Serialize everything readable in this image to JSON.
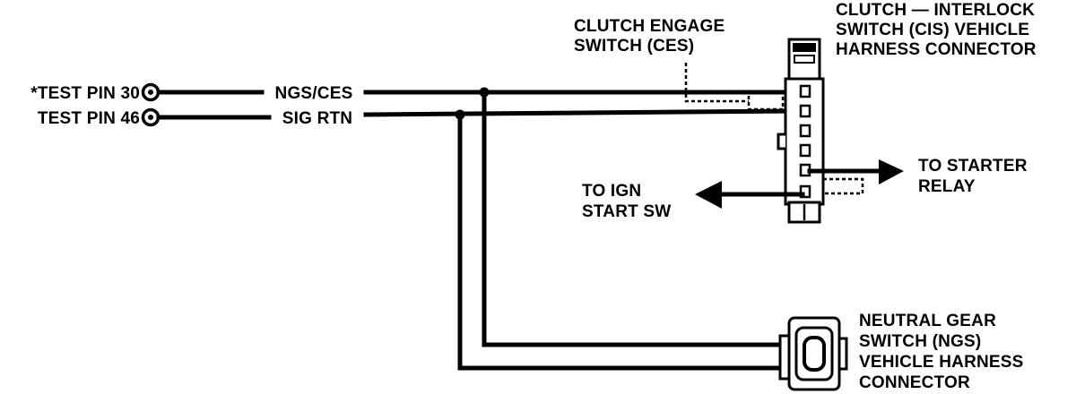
{
  "pins": {
    "pin30": "*TEST PIN 30",
    "pin46": "TEST PIN 46"
  },
  "circuits": {
    "ngs_ces": "NGS/CES",
    "sig_rtn": "SIG RTN"
  },
  "labels": {
    "ces_line1": "CLUTCH ENGAGE",
    "ces_line2": "SWITCH (CES)",
    "cis_line1": "CLUTCH — INTERLOCK",
    "cis_line2": "SWITCH (CIS) VEHICLE",
    "cis_line3": "HARNESS CONNECTOR",
    "starter_line1": "TO STARTER",
    "starter_line2": "RELAY",
    "ign_line1": "TO IGN",
    "ign_line2": "START SW",
    "ngs_line1": "NEUTRAL GEAR",
    "ngs_line2": "SWITCH (NGS)",
    "ngs_line3": "VEHICLE  HARNESS",
    "ngs_line4": "CONNECTOR"
  }
}
